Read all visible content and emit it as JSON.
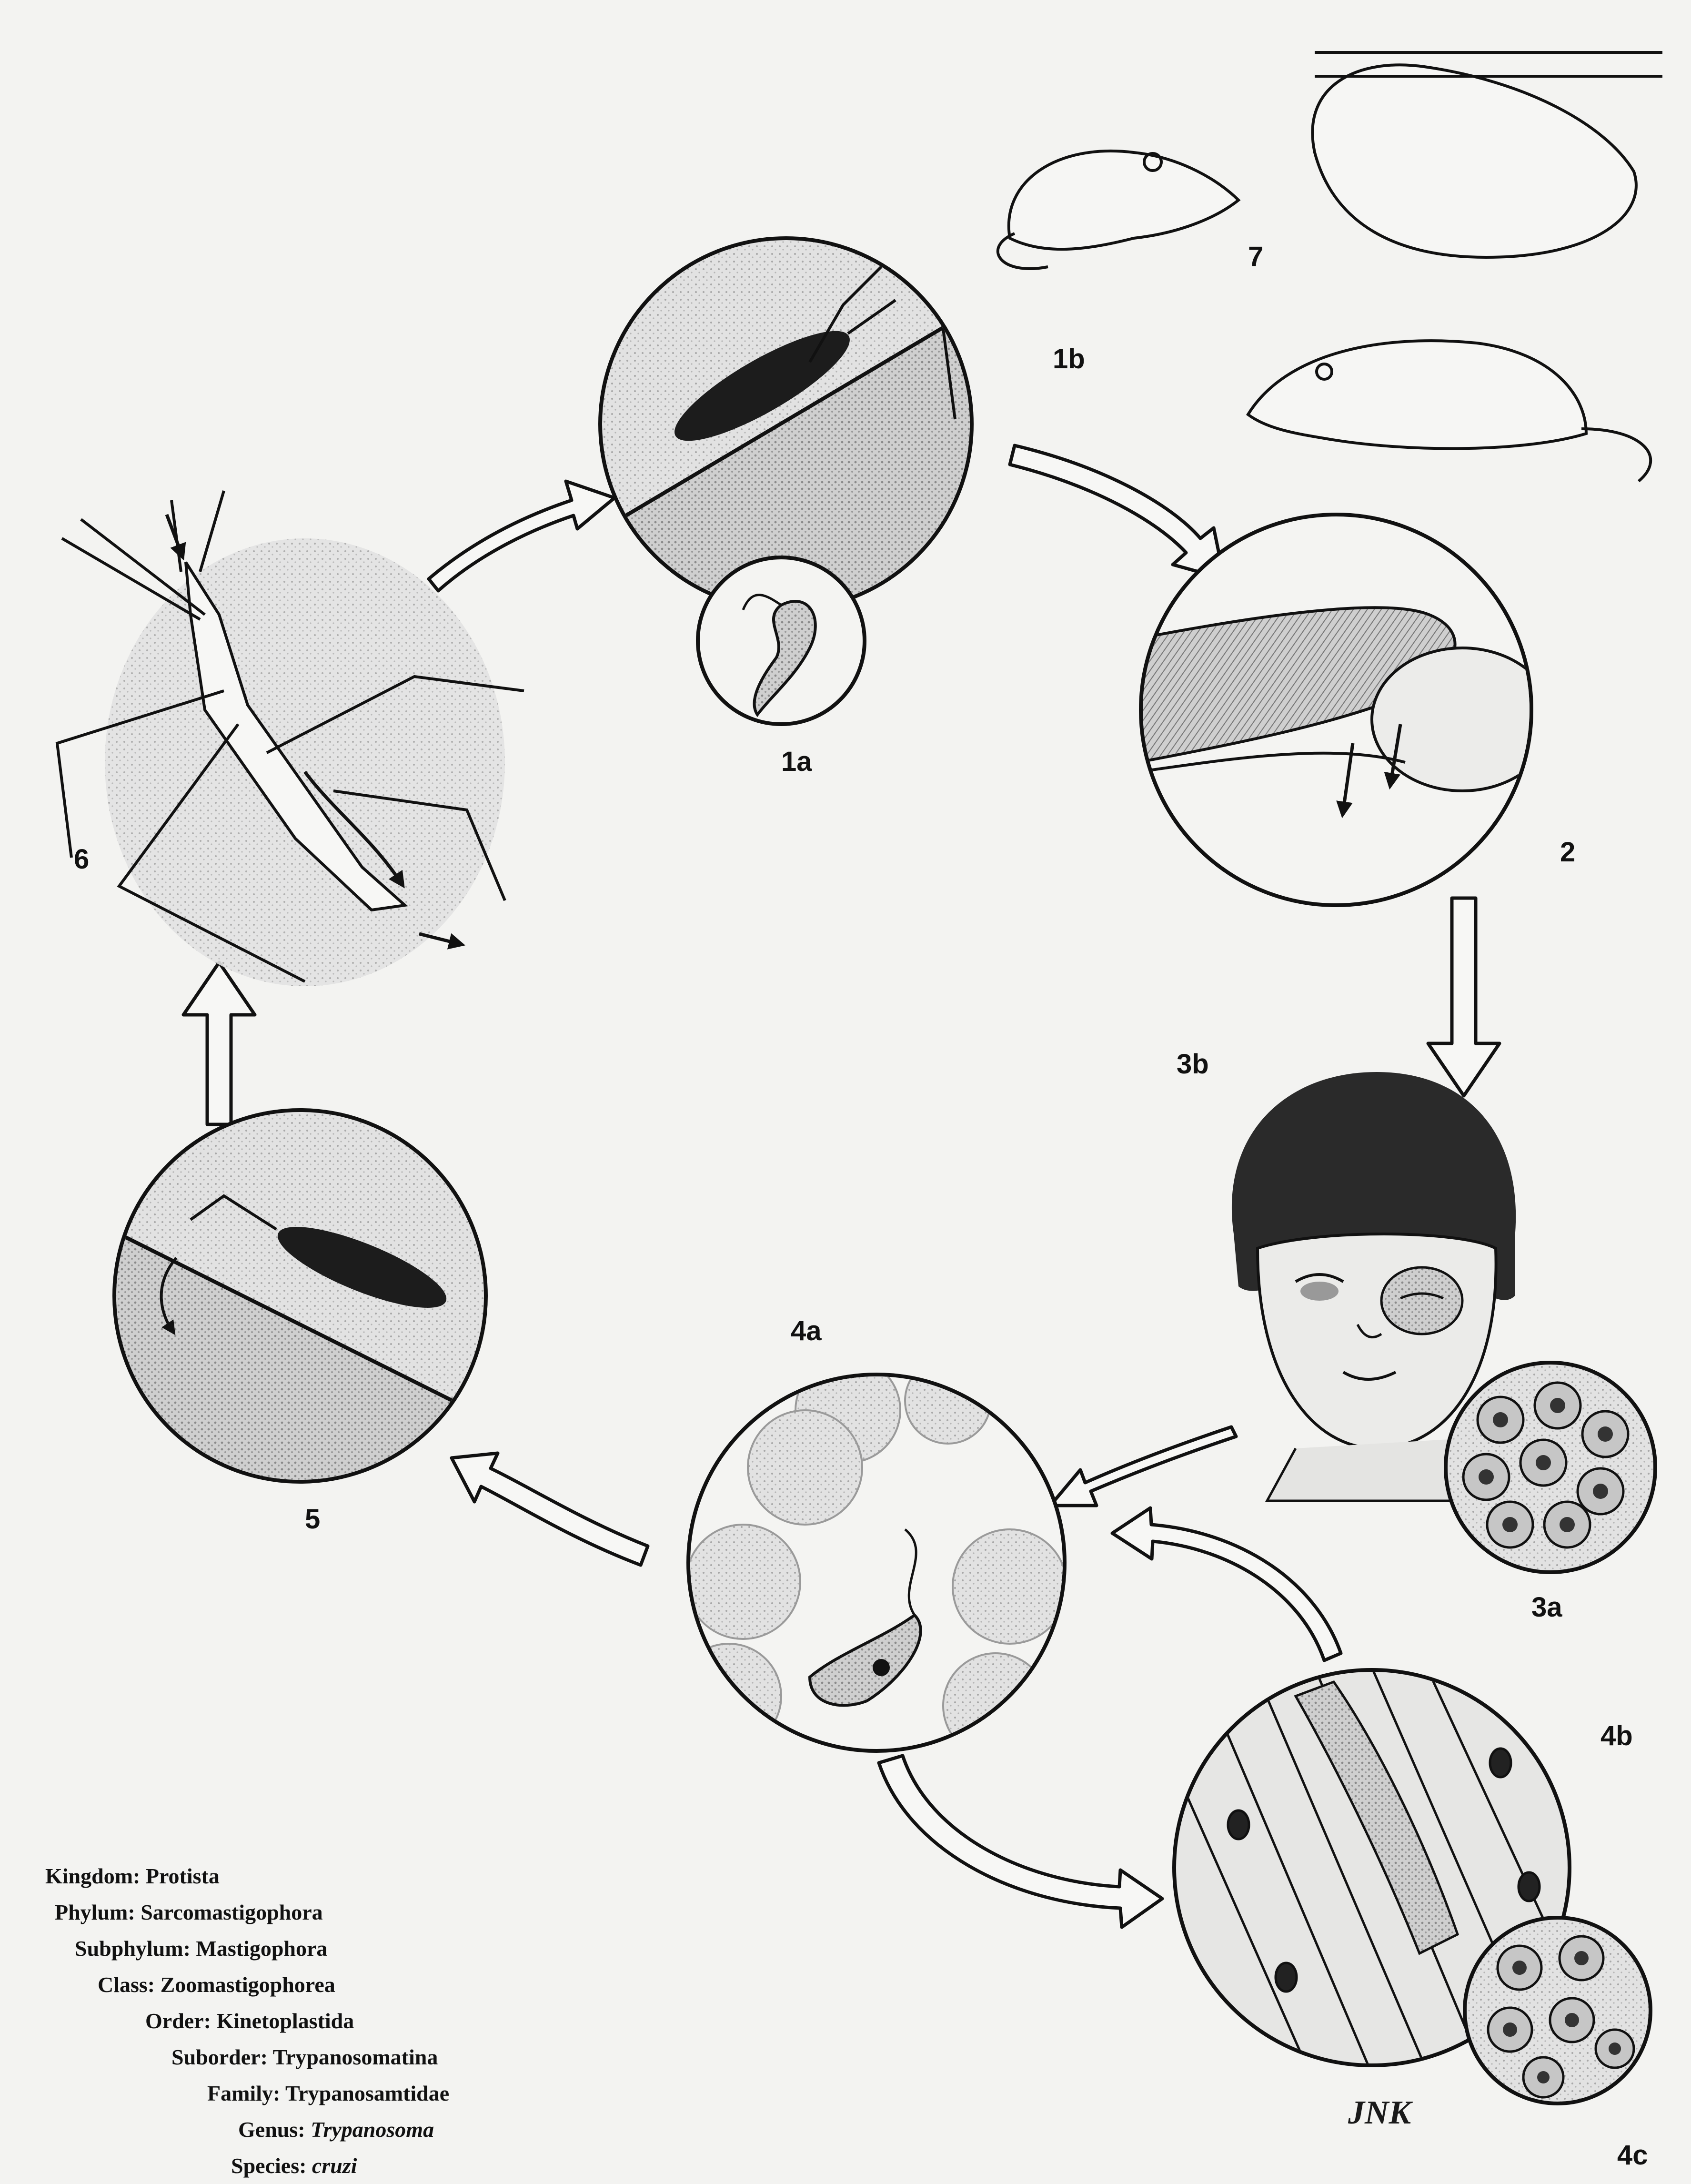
{
  "stage_labels": {
    "s1a": "1a",
    "s1b": "1b",
    "s2": "2",
    "s3a": "3a",
    "s3b": "3b",
    "s4a": "4a",
    "s4b": "4b",
    "s4c": "4c",
    "s5": "5",
    "s6": "6",
    "s7": "7"
  },
  "taxonomy": [
    {
      "rank": "Kingdom:",
      "value": "Protista"
    },
    {
      "rank": "Phylum:",
      "value": "Sarcomastigophora"
    },
    {
      "rank": "Subphylum:",
      "value": "Mastigophora"
    },
    {
      "rank": "Class:",
      "value": "Zoomastigophorea"
    },
    {
      "rank": "Order:",
      "value": "Kinetoplastida"
    },
    {
      "rank": "Suborder:",
      "value": "Trypanosomatina"
    },
    {
      "rank": "Family:",
      "value": "Trypanosamtidae"
    },
    {
      "rank": "Genus:",
      "value": "Trypanosoma"
    },
    {
      "rank": "Species:",
      "value": "cruzi"
    }
  ],
  "signature": "JNK",
  "colors": {
    "ink": "#111111",
    "paper": "#f3f3f1",
    "shade": "#b9b9b9",
    "shade_light": "#d6d6d6"
  }
}
